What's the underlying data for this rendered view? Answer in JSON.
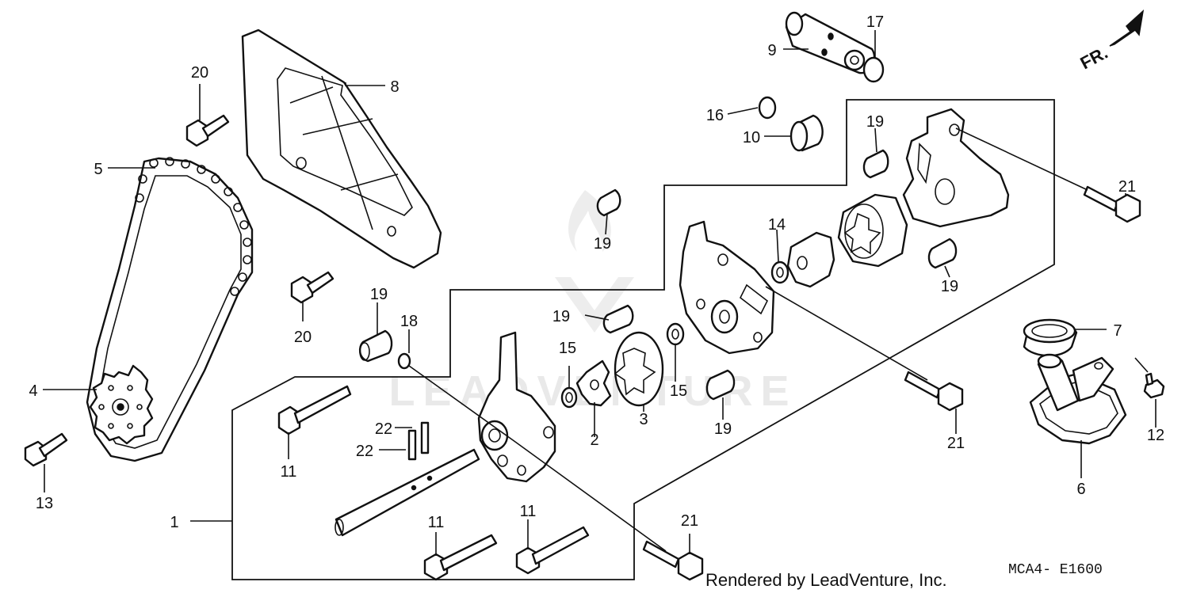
{
  "callouts": {
    "c1": "1",
    "c2": "2",
    "c3": "3",
    "c4": "4",
    "c5": "5",
    "c6": "6",
    "c7": "7",
    "c8": "8",
    "c9": "9",
    "c10": "10",
    "c11a": "11",
    "c11b": "11",
    "c11c": "11",
    "c12": "12",
    "c13": "13",
    "c14": "14",
    "c15a": "15",
    "c15b": "15",
    "c16": "16",
    "c17": "17",
    "c18": "18",
    "c19a": "19",
    "c19b": "19",
    "c19c": "19",
    "c19d": "19",
    "c19e": "19",
    "c19f": "19",
    "c20a": "20",
    "c20b": "20",
    "c21a": "21",
    "c21b": "21",
    "c21c": "21",
    "c22a": "22",
    "c22b": "22"
  },
  "direction_label": "FR.",
  "watermark": "LEADVENTURE",
  "credit": "Rendered by LeadVenture, Inc.",
  "diagram_code": "MCA4- E1600"
}
